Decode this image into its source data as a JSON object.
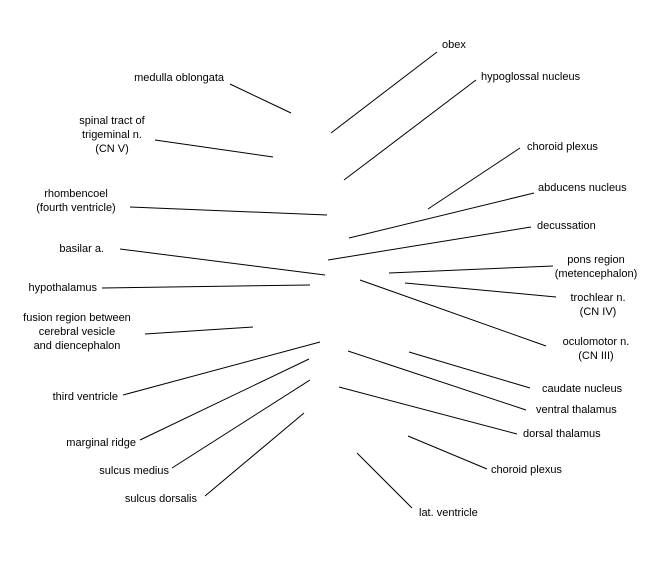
{
  "labels": {
    "medulla_oblongata": "medulla oblongata",
    "spinal_tract": "spinal tract of\ntrigeminal n.\n(CN V)",
    "rhombencoel": "rhombencoel\n(fourth ventricle)",
    "basilar_a": "basilar a.",
    "hypothalamus": "hypothalamus",
    "fusion_region": "fusion region between\ncerebral vesicle\nand diencephalon",
    "third_ventricle": "third ventricle",
    "marginal_ridge": "marginal ridge",
    "sulcus_medius": "sulcus medius",
    "sulcus_dorsalis": "sulcus dorsalis",
    "obex": "obex",
    "hypoglossal_nucleus": "hypoglossal nucleus",
    "choroid_plexus_upper": "choroid plexus",
    "abducens_nucleus": "abducens nucleus",
    "decussation": "decussation",
    "pons_region": "pons region\n(metencephalon)",
    "trochlear_n": "trochlear n.\n(CN IV)",
    "oculomotor_n": "oculomotor n.\n(CN III)",
    "caudate_nucleus": "caudate nucleus",
    "ventral_thalamus": "ventral thalamus",
    "dorsal_thalamus": "dorsal thalamus",
    "choroid_plexus_lower": "choroid plexus",
    "lat_ventricle": "lat. ventricle"
  }
}
